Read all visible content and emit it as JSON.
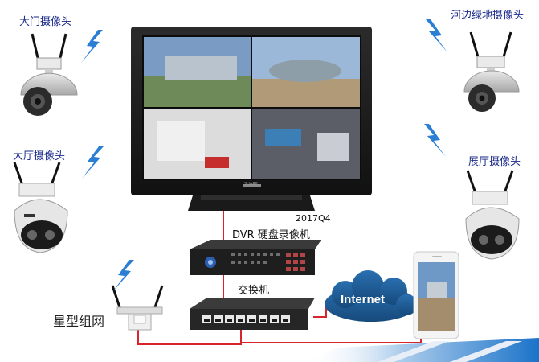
{
  "labels": {
    "gate_camera": "大门摄像头",
    "lobby_camera": "大厅摄像头",
    "riverside_camera": "河边绿地摄像头",
    "exhibition_camera": "展厅摄像头",
    "dvr_model": "2017Q4",
    "dvr_label": "DVR 硬盘录像机",
    "switch_label": "交换机",
    "star_network": "星型组网",
    "internet": "Internet",
    "monitor_brand": "SHARP"
  },
  "colors": {
    "wire": "#d9242b",
    "label_blue": "#1a2a8a",
    "cloud": "#1d5f9a",
    "lightning": "#2a7fd4",
    "stripe": "#1b73c9"
  }
}
